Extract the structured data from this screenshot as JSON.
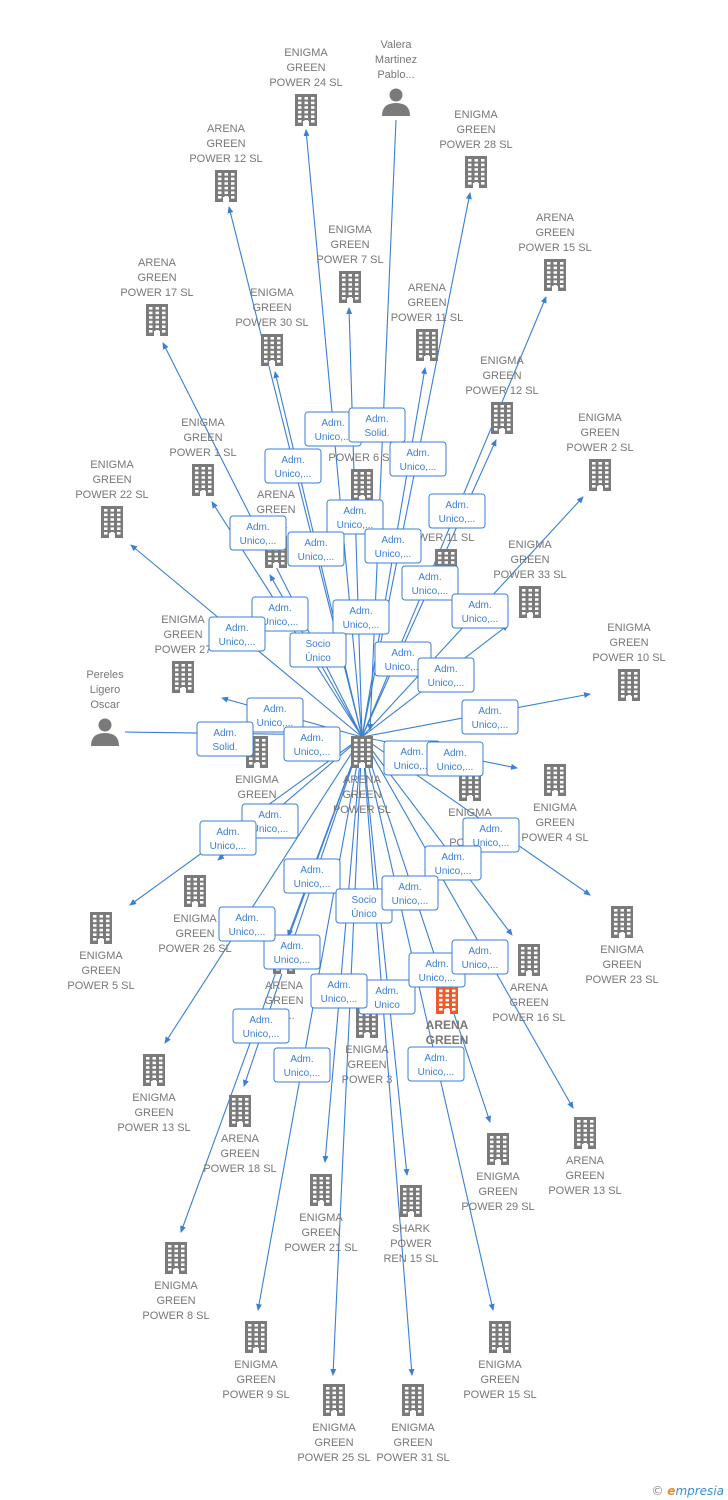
{
  "colors": {
    "edge": "#3a7fd5",
    "node": "#7a7a7a",
    "highlight": "#f05a28"
  },
  "nodes": [
    {
      "id": "center",
      "type": "company",
      "lines": [
        "ARENA",
        "GREEN",
        "POWER  SL"
      ]
    },
    {
      "id": "valera",
      "type": "person",
      "lines": [
        "Valera",
        "Martinez",
        "Pablo..."
      ]
    },
    {
      "id": "pereles",
      "type": "person",
      "lines": [
        "Pereles",
        "Ligero",
        "Oscar"
      ]
    },
    {
      "id": "eg24",
      "type": "company",
      "lines": [
        "ENIGMA",
        "GREEN",
        "POWER 24  SL"
      ]
    },
    {
      "id": "ag12a",
      "type": "company",
      "lines": [
        "ARENA",
        "GREEN",
        "POWER 12  SL"
      ]
    },
    {
      "id": "eg28",
      "type": "company",
      "lines": [
        "ENIGMA",
        "GREEN",
        "POWER 28  SL"
      ]
    },
    {
      "id": "ag15a",
      "type": "company",
      "lines": [
        "ARENA",
        "GREEN",
        "POWER 15  SL"
      ]
    },
    {
      "id": "eg7",
      "type": "company",
      "lines": [
        "ENIGMA",
        "GREEN",
        "POWER 7  SL"
      ]
    },
    {
      "id": "ag17",
      "type": "company",
      "lines": [
        "ARENA",
        "GREEN",
        "POWER 17  SL"
      ]
    },
    {
      "id": "eg30",
      "type": "company",
      "lines": [
        "ENIGMA",
        "GREEN",
        "POWER 30  SL"
      ]
    },
    {
      "id": "ag11",
      "type": "company",
      "lines": [
        "ARENA",
        "GREEN",
        "POWER 11  SL"
      ]
    },
    {
      "id": "eg12",
      "type": "company",
      "lines": [
        "ENIGMA",
        "GREEN",
        "POWER 12  SL"
      ]
    },
    {
      "id": "eg1",
      "type": "company",
      "lines": [
        "ENIGMA",
        "GREEN",
        "POWER 1  SL"
      ]
    },
    {
      "id": "eg2",
      "type": "company",
      "lines": [
        "ENIGMA",
        "GREEN",
        "POWER 2  SL"
      ]
    },
    {
      "id": "eg22",
      "type": "company",
      "lines": [
        "ENIGMA",
        "GREEN",
        "POWER 22  SL"
      ]
    },
    {
      "id": "eg6",
      "type": "company",
      "lines": [
        "POWER 6  SL"
      ]
    },
    {
      "id": "ag9",
      "type": "company",
      "lines": [
        "ARENA",
        "GREEN",
        "9  SL"
      ]
    },
    {
      "id": "eg11",
      "type": "company",
      "lines": [
        "E",
        "G",
        "WER 11  SL"
      ]
    },
    {
      "id": "eg33",
      "type": "company",
      "lines": [
        "ENIGMA",
        "GREEN",
        "POWER 33  SL"
      ]
    },
    {
      "id": "eg27",
      "type": "company",
      "lines": [
        "ENIGMA",
        "GREEN",
        "POWER 27"
      ]
    },
    {
      "id": "eg10",
      "type": "company",
      "lines": [
        "ENIGMA",
        "GREEN",
        "POWER 10  SL"
      ]
    },
    {
      "id": "egpow",
      "type": "company",
      "lines": [
        "ENIGMA",
        "GREEN",
        "POW"
      ]
    },
    {
      "id": "eg4",
      "type": "company",
      "lines": [
        "ENIGMA",
        "GREEN",
        "POWER 4  SL"
      ]
    },
    {
      "id": "eg3x",
      "type": "company",
      "lines": [
        "ENIGMA",
        "GR",
        "POWER"
      ]
    },
    {
      "id": "eg26",
      "type": "company",
      "lines": [
        "ENIGMA",
        "GREEN",
        "POWER 26  SL"
      ]
    },
    {
      "id": "eg5",
      "type": "company",
      "lines": [
        "ENIGMA",
        "GREEN",
        "POWER 5  SL"
      ]
    },
    {
      "id": "eg23",
      "type": "company",
      "lines": [
        "ENIGMA",
        "GREEN",
        "POWER 23  SL"
      ]
    },
    {
      "id": "ag14",
      "type": "company",
      "lines": [
        "ARENA",
        "GREEN",
        "14..."
      ]
    },
    {
      "id": "ag16",
      "type": "company",
      "lines": [
        "ARENA",
        "GREEN",
        "POWER 16  SL"
      ]
    },
    {
      "id": "aghl",
      "type": "company-highlight",
      "lines": [
        "ARENA",
        "GREEN",
        "..."
      ]
    },
    {
      "id": "eg3",
      "type": "company",
      "lines": [
        "ENIGMA",
        "GREEN",
        "POWER 3"
      ]
    },
    {
      "id": "eg13",
      "type": "company",
      "lines": [
        "ENIGMA",
        "GREEN",
        "POWER 13  SL"
      ]
    },
    {
      "id": "ag18",
      "type": "company",
      "lines": [
        "ARENA",
        "GREEN",
        "POWER 18  SL"
      ]
    },
    {
      "id": "ag13",
      "type": "company",
      "lines": [
        "ARENA",
        "GREEN",
        "POWER 13  SL"
      ]
    },
    {
      "id": "eg29",
      "type": "company",
      "lines": [
        "ENIGMA",
        "GREEN",
        "POWER 29  SL"
      ]
    },
    {
      "id": "eg21",
      "type": "company",
      "lines": [
        "ENIGMA",
        "GREEN",
        "POWER 21  SL"
      ]
    },
    {
      "id": "sh15",
      "type": "company",
      "lines": [
        "SHARK",
        "POWER",
        "REN 15  SL"
      ]
    },
    {
      "id": "eg8",
      "type": "company",
      "lines": [
        "ENIGMA",
        "GREEN",
        "POWER 8  SL"
      ]
    },
    {
      "id": "eg9",
      "type": "company",
      "lines": [
        "ENIGMA",
        "GREEN",
        "POWER 9  SL"
      ]
    },
    {
      "id": "eg15",
      "type": "company",
      "lines": [
        "ENIGMA",
        "GREEN",
        "POWER 15  SL"
      ]
    },
    {
      "id": "eg25",
      "type": "company",
      "lines": [
        "ENIGMA",
        "GREEN",
        "POWER 25  SL"
      ]
    },
    {
      "id": "eg31",
      "type": "company",
      "lines": [
        "ENIGMA",
        "GREEN",
        "POWER 31  SL"
      ]
    }
  ],
  "tags": [
    {
      "lines": [
        "Adm.",
        "Unico,..."
      ]
    },
    {
      "lines": [
        "Adm.",
        "Solid."
      ]
    },
    {
      "lines": [
        "Adm.",
        "Unico,..."
      ]
    },
    {
      "lines": [
        "Adm.",
        "Unico,..."
      ]
    },
    {
      "lines": [
        "Adm.",
        "Unico,..."
      ]
    },
    {
      "lines": [
        "Adm.",
        "Unico,..."
      ]
    },
    {
      "lines": [
        "Adm.",
        "Unico,..."
      ]
    },
    {
      "lines": [
        "Adm.",
        "Unico,..."
      ]
    },
    {
      "lines": [
        "Adm.",
        "Unico,..."
      ]
    },
    {
      "lines": [
        "Adm.",
        "Unico,..."
      ]
    },
    {
      "lines": [
        "Adm.",
        "Unico,..."
      ]
    },
    {
      "lines": [
        "Adm.",
        "Unico,..."
      ]
    },
    {
      "lines": [
        "Adm.",
        "Unico,..."
      ]
    },
    {
      "lines": [
        "Adm.",
        "Unico,..."
      ]
    },
    {
      "lines": [
        "Socio",
        "Único"
      ]
    },
    {
      "lines": [
        "Adm.",
        "Unico,..."
      ]
    },
    {
      "lines": [
        "Adm.",
        "Unico,..."
      ]
    },
    {
      "lines": [
        "Adm.",
        "Unico,..."
      ]
    },
    {
      "lines": [
        "Adm.",
        "Unico,..."
      ]
    },
    {
      "lines": [
        "Adm.",
        "Solid."
      ]
    },
    {
      "lines": [
        "Adm.",
        "Unico,..."
      ]
    },
    {
      "lines": [
        "Adm.",
        "Unico,..."
      ]
    },
    {
      "lines": [
        "Adm.",
        "Unico,..."
      ]
    },
    {
      "lines": [
        "Adm.",
        "Unico,..."
      ]
    },
    {
      "lines": [
        "Adm.",
        "Unico,..."
      ]
    },
    {
      "lines": [
        "Adm.",
        "Unico,..."
      ]
    },
    {
      "lines": [
        "Adm.",
        "Unico,..."
      ]
    },
    {
      "lines": [
        "Adm.",
        "Unico,..."
      ]
    },
    {
      "lines": [
        "Adm.",
        "Unico,..."
      ]
    },
    {
      "lines": [
        "Socio",
        "Único"
      ]
    },
    {
      "lines": [
        "Adm.",
        "Unico,..."
      ]
    },
    {
      "lines": [
        "Adm.",
        "Unico,..."
      ]
    },
    {
      "lines": [
        "Adm.",
        "Unico"
      ]
    },
    {
      "lines": [
        "Adm.",
        "Unico,..."
      ]
    },
    {
      "lines": [
        "Adm.",
        "Unico,..."
      ]
    },
    {
      "lines": [
        "Adm.",
        "Unico,..."
      ]
    },
    {
      "lines": [
        "Adm.",
        "Unico,..."
      ]
    },
    {
      "lines": [
        "Adm.",
        "Unico,..."
      ]
    },
    {
      "lines": [
        "Adm.",
        "Unico,..."
      ]
    }
  ],
  "credit": {
    "symbol": "©",
    "brand_initial": "e",
    "brand_rest": "mpresia"
  }
}
